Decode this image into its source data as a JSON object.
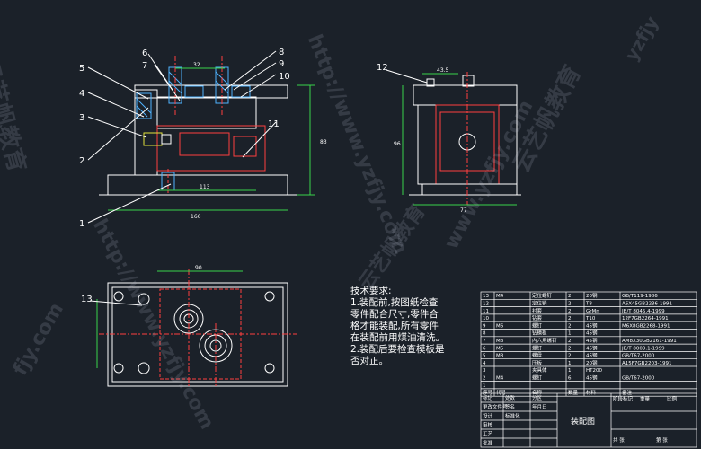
{
  "balloons": {
    "b1": "1",
    "b2": "2",
    "b3": "3",
    "b4": "4",
    "b5": "5",
    "b6": "6",
    "b7": "7",
    "b8": "8",
    "b9": "9",
    "b10": "10",
    "b11": "11",
    "b12": "12",
    "b13": "13"
  },
  "dims": {
    "front_width": "166",
    "front_height": "83",
    "front_inner": "113",
    "front_top": "32",
    "side_height": "96",
    "side_width": "77",
    "side_top": "43.5",
    "plan_width": "90"
  },
  "notes": {
    "title": "技术要求:",
    "lines": [
      "1.装配前,按图纸检查",
      "零件配合尺寸,零件合",
      "格才能装配,所有零件",
      "在装配前用煤油清洗。",
      "2.装配后要检查模板是",
      "否对正。"
    ]
  },
  "bom": {
    "rows": [
      {
        "no": "13",
        "code": "M4",
        "name": "定位螺钉",
        "qty": "2",
        "mat": "20钢",
        "std": "GB/T119-1986"
      },
      {
        "no": "12",
        "code": "",
        "name": "定位销",
        "qty": "2",
        "mat": "T8",
        "std": "A6X45GB2236-1991"
      },
      {
        "no": "11",
        "code": "",
        "name": "衬套",
        "qty": "2",
        "mat": "GrMn",
        "std": "JB/T 8045.4-1999"
      },
      {
        "no": "10",
        "code": "",
        "name": "钻套",
        "qty": "2",
        "mat": "T10",
        "std": "12F7GB2264-1991"
      },
      {
        "no": "9",
        "code": "M6",
        "name": "螺钉",
        "qty": "2",
        "mat": "45钢",
        "std": "M6X8GB2268-1991"
      },
      {
        "no": "8",
        "code": "",
        "name": "钻模板",
        "qty": "1",
        "mat": "45钢",
        "std": ""
      },
      {
        "no": "7",
        "code": "M8",
        "name": "内六角螺钉",
        "qty": "2",
        "mat": "45钢",
        "std": "AM8X30GB2161-1991"
      },
      {
        "no": "6",
        "code": "M5",
        "name": "螺钉",
        "qty": "2",
        "mat": "45钢",
        "std": "JB/T 8009.1-1999"
      },
      {
        "no": "5",
        "code": "M8",
        "name": "螺母",
        "qty": "2",
        "mat": "45钢",
        "std": "GB/T67-2000"
      },
      {
        "no": "4",
        "code": "",
        "name": "压板",
        "qty": "1",
        "mat": "20钢",
        "std": "A15F7GB2203-1991"
      },
      {
        "no": "3",
        "code": "",
        "name": "夹具体",
        "qty": "1",
        "mat": "HT200",
        "std": ""
      },
      {
        "no": "2",
        "code": "M4",
        "name": "螺钉",
        "qty": "6",
        "mat": "45钢",
        "std": "GB/T67-2000"
      },
      {
        "no": "1",
        "code": "",
        "name": "",
        "qty": "",
        "mat": "",
        "std": ""
      }
    ],
    "header": {
      "no": "序号",
      "code": "代号",
      "name": "名称",
      "qty": "数量",
      "mat": "材料",
      "std": "备注"
    }
  },
  "title_block": {
    "drawing_title": "装配图",
    "cells": [
      "标记",
      "处数",
      "分区",
      "更改文件号",
      "签名",
      "年月日",
      "设计",
      "标准化",
      "阶段标记",
      "重量",
      "比例",
      "审核",
      "工艺",
      "批准",
      "共 张",
      "第 张"
    ]
  },
  "watermarks": {
    "brand": "云艺帆教育",
    "url_a": "http://www.yzfjy.com",
    "url_b": "www.yzfjy.com",
    "url_c": "fjy.com",
    "url_d": "yzfjy"
  },
  "colors": {
    "background": "#1b2129",
    "outline": "#ffffff",
    "dimension": "#3ad44a",
    "center": "#ff4040",
    "hatch": "#4fb4ff",
    "part": "#e3e33c"
  }
}
